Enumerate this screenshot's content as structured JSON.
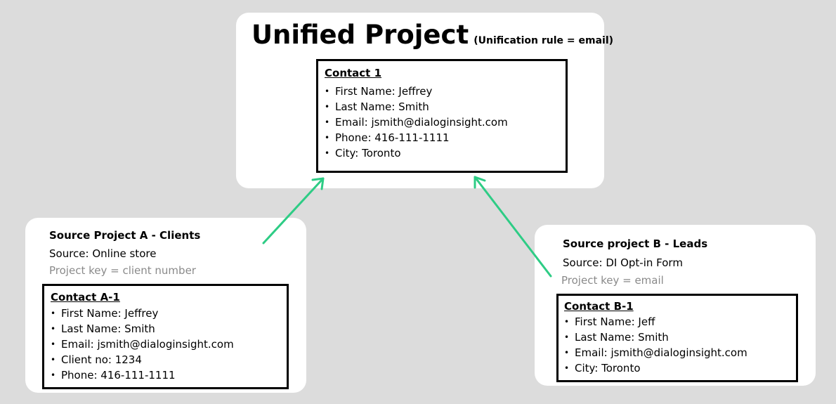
{
  "unified": {
    "title": "Unified Project",
    "rule": "(Unification rule = email)",
    "contact": {
      "title": "Contact 1",
      "fields": [
        "First Name: Jeffrey",
        "Last Name: Smith",
        "Email: jsmith@dialoginsight.com",
        "Phone: 416-111-1111",
        "City: Toronto"
      ]
    }
  },
  "source_a": {
    "title": "Source Project A - Clients",
    "source": "Source: Online store",
    "key": "Project key = client number",
    "contact": {
      "title": "Contact A-1",
      "fields": [
        "First Name: Jeffrey",
        "Last Name: Smith",
        "Email: jsmith@dialoginsight.com",
        "Client no: 1234",
        "Phone: 416-111-1111"
      ]
    }
  },
  "source_b": {
    "title": "Source project B - Leads",
    "source": "Source: DI Opt-in Form",
    "key": "Project key = email",
    "contact": {
      "title": "Contact B-1",
      "fields": [
        "First Name: Jeff",
        "Last Name: Smith",
        "Email: jsmith@dialoginsight.com",
        "City: Toronto"
      ]
    }
  },
  "colors": {
    "background": "#dcdcdc",
    "card": "#ffffff",
    "arrow": "#2ecc85",
    "muted_text": "#8a8a8a"
  }
}
